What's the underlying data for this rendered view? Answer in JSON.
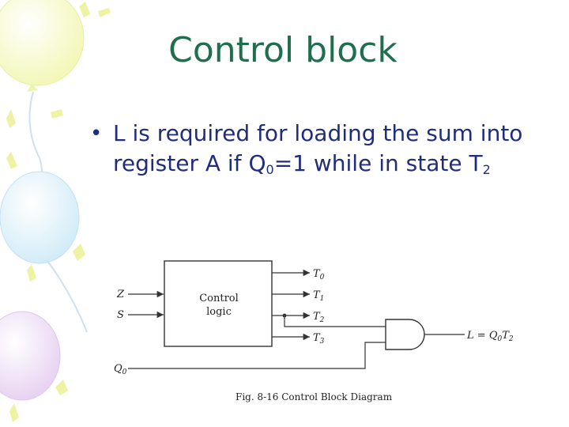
{
  "slide": {
    "title": "Control block",
    "bullet_part1": "L is required for loading the sum into register A if Q",
    "bullet_q_sub": "0",
    "bullet_part2": "=1 while in state T",
    "bullet_t_sub": "2"
  },
  "diagram": {
    "block_label_line1": "Control",
    "block_label_line2": "logic",
    "inputs": [
      {
        "var": "Z"
      },
      {
        "var": "S"
      }
    ],
    "outputs": [
      {
        "var": "T",
        "sub": "0"
      },
      {
        "var": "T",
        "sub": "1"
      },
      {
        "var": "T",
        "sub": "2"
      },
      {
        "var": "T",
        "sub": "3"
      }
    ],
    "q_input": {
      "var": "Q",
      "sub": "0"
    },
    "gate_output": {
      "lhs": "L",
      "eq": " = ",
      "q": "Q",
      "q_sub": "0",
      "t": "T",
      "t_sub": "2"
    },
    "caption": "Fig. 8-16  Control Block Diagram"
  },
  "colors": {
    "title": "#1f6f4f",
    "bullet": "#1f2d7a",
    "line": "#333333"
  }
}
